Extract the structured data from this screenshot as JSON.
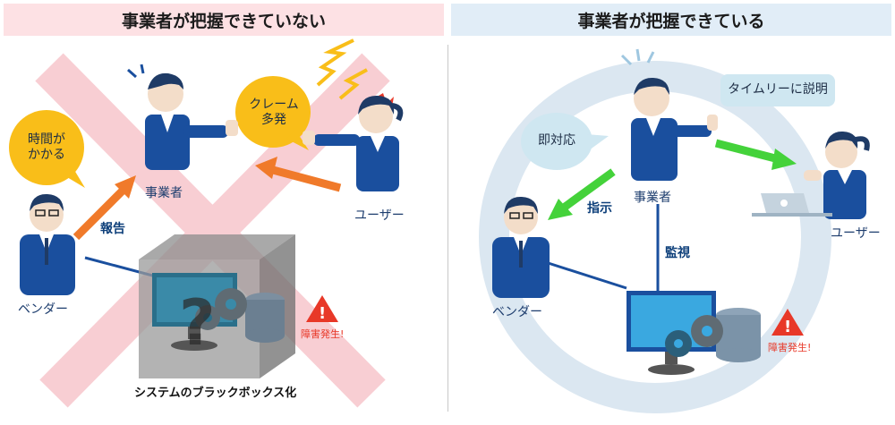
{
  "left": {
    "header": "事業者が把握できていない",
    "bubble_time": [
      "時間が",
      "かかる"
    ],
    "bubble_claim": [
      "クレーム",
      "多発"
    ],
    "label_operator": "事業者",
    "label_user": "ユーザー",
    "label_vendor": "ベンダー",
    "label_report": "報告",
    "label_failure": "障害発生!",
    "label_blackbox": "システムのブラックボックス化"
  },
  "right": {
    "header": "事業者が把握できている",
    "bubble_timely": "タイムリーに説明",
    "bubble_immediate": "即対応",
    "label_operator": "事業者",
    "label_user": "ユーザー",
    "label_vendor": "ベンダー",
    "label_instruct": "指示",
    "label_monitor": "監視",
    "label_failure": "障害発生!"
  },
  "colors": {
    "left_header_bg": "#fde1e4",
    "right_header_bg": "#e1edf7",
    "cross": "#f7c6cc",
    "orange_arrow": "#f07a2a",
    "green_arrow": "#44d23a",
    "bubble_yellow": "#f9be19",
    "bubble_blue": "#cfe7f1",
    "suit": "#1a4f9e",
    "warning": "#e83828"
  }
}
